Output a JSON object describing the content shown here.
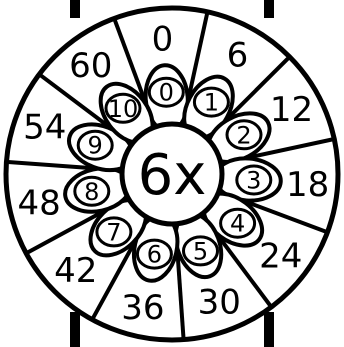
{
  "title": "6x",
  "multiplier": 6,
  "wheel": {
    "petals": [
      "0",
      "1",
      "2",
      "3",
      "4",
      "5",
      "6",
      "7",
      "8",
      "9",
      "10"
    ],
    "products": [
      "0",
      "6",
      "12",
      "18",
      "24",
      "30",
      "36",
      "42",
      "48",
      "54",
      "60"
    ]
  },
  "colors": {
    "ink": "#000000",
    "paper": "#ffffff"
  }
}
